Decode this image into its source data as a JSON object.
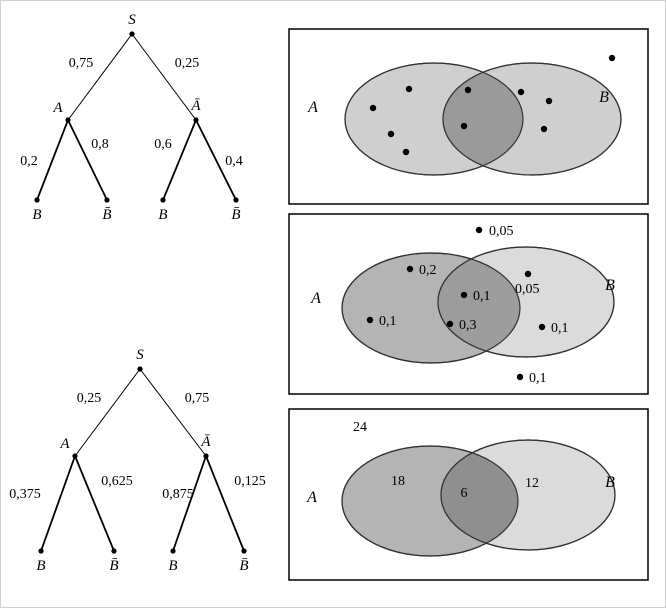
{
  "tree_top": {
    "root_label": "S",
    "edge_a": "0,75",
    "edge_abar": "0,25",
    "node_a": "A",
    "node_abar": "Ā",
    "edge_a_b": "0,2",
    "edge_a_bbar": "0,8",
    "edge_abar_b": "0,6",
    "edge_abar_bbar": "0,4",
    "leaf_ab": "B",
    "leaf_abbar": "B̄",
    "leaf_abarb": "B",
    "leaf_abarbbar": "B̄"
  },
  "tree_bottom": {
    "root_label": "S",
    "edge_a": "0,25",
    "edge_abar": "0,75",
    "node_a": "A",
    "node_abar": "Ā",
    "edge_a_b": "0,375",
    "edge_a_bbar": "0,625",
    "edge_abar_b": "0,875",
    "edge_abar_bbar": "0,125",
    "leaf_ab": "B",
    "leaf_abbar": "B̄",
    "leaf_abarb": "B",
    "leaf_abarbbar": "B̄"
  },
  "venn_sets": {
    "label_a": "A",
    "label_b": "B"
  },
  "venn_probs": {
    "label_a": "A",
    "label_b": "B",
    "dots": [
      {
        "label": "0,05",
        "region": "outside-top"
      },
      {
        "label": "0,2",
        "region": "a-only"
      },
      {
        "label": "0,1",
        "region": "a-only"
      },
      {
        "label": "0,1",
        "region": "intersection"
      },
      {
        "label": "0,3",
        "region": "intersection"
      },
      {
        "label": "0,05",
        "region": "b-only"
      },
      {
        "label": "0,1",
        "region": "b-only"
      },
      {
        "label": "0,1",
        "region": "outside-bottom"
      }
    ]
  },
  "venn_counts": {
    "label_a": "A",
    "label_b": "B",
    "outside": "24",
    "a_only": "18",
    "intersection": "6",
    "b_only": "12"
  },
  "colors": {
    "venn_light": "#cfcfcf",
    "venn_a_dark": "#b4b4b4",
    "venn_b_light": "#dbdbdb",
    "venn_overlap": "#9a9a9a",
    "venn_overlap_dark": "#8f8f8f"
  }
}
